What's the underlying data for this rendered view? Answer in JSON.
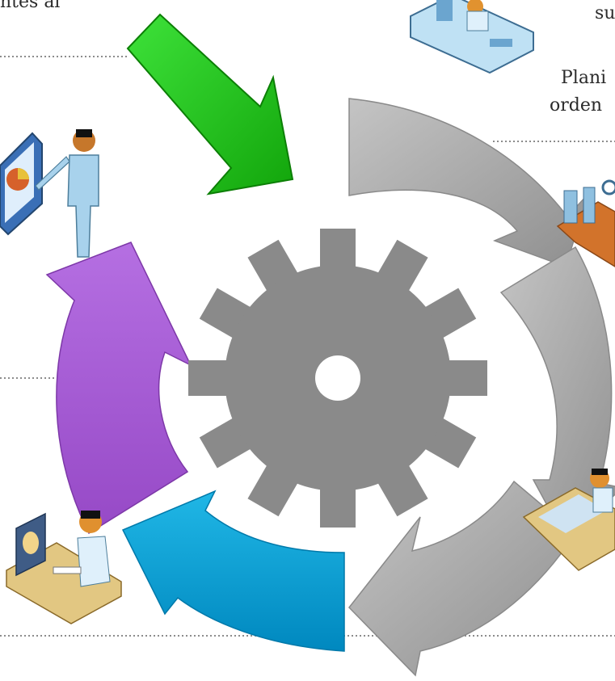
{
  "labels": {
    "top_left": "ntes al",
    "top_right_su": "su",
    "top_right_plani": "Plani",
    "top_right_orden": "orden"
  },
  "colors": {
    "green_arrow": "#22c11a",
    "gray_arrow": "#a9a9a9",
    "blue_arrow": "#0aa4d6",
    "purple_arrow": "#a45bd4",
    "gear": "#8a8a8a",
    "dotted_line": "#8c8c8c"
  },
  "icons": [
    "presenter-icon",
    "assembly-worker-icon",
    "factory-conveyor-icon",
    "designer-drafting-icon",
    "computer-designer-icon",
    "gear-icon"
  ]
}
